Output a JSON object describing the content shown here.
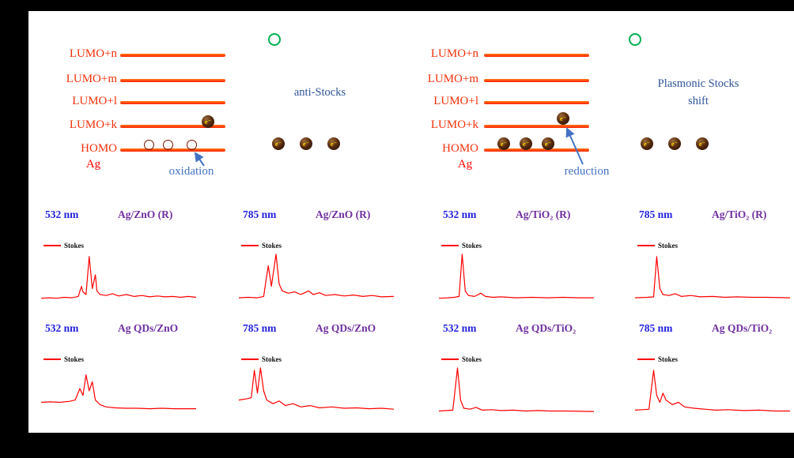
{
  "colors": {
    "background": "#000000",
    "figure_bg": "#ffffff",
    "level_line": "#ff3c00",
    "level_label": "#f2320a",
    "metal_label": "#ff0000",
    "process_label": "#4472c4",
    "annotation_blue": "#2f5597",
    "green_circle": "#00b050",
    "electron_text": "#ffd700",
    "wavelength_label": "#2222dd",
    "sample_label": "#7030a0",
    "spectrum_line": "#ff0000"
  },
  "labels": {
    "electron": "e⁻"
  },
  "diagrams": [
    {
      "levels": [
        "LUMO+n",
        "LUMO+m",
        "LUMO+l",
        "LUMO+k",
        "HOMO"
      ],
      "metal": "Ag",
      "process": "oxidation",
      "annotation": "anti-Stocks"
    },
    {
      "levels": [
        "LUMO+n",
        "LUMO+m",
        "LUMO+l",
        "LUMO+k",
        "HOMO"
      ],
      "metal": "Ag",
      "process": "reduction",
      "annotation": "Plasmonic Stocks shift"
    }
  ],
  "spectra": [
    {
      "wavelength": "532 nm",
      "sample": "Ag/ZnO (R)",
      "legend": "Stokes",
      "points": [
        [
          0,
          0.04
        ],
        [
          0.05,
          0.05
        ],
        [
          0.1,
          0.04
        ],
        [
          0.15,
          0.06
        ],
        [
          0.2,
          0.05
        ],
        [
          0.24,
          0.08
        ],
        [
          0.26,
          0.3
        ],
        [
          0.27,
          0.18
        ],
        [
          0.29,
          0.12
        ],
        [
          0.31,
          0.95
        ],
        [
          0.33,
          0.25
        ],
        [
          0.35,
          0.55
        ],
        [
          0.36,
          0.2
        ],
        [
          0.38,
          0.12
        ],
        [
          0.42,
          0.1
        ],
        [
          0.46,
          0.14
        ],
        [
          0.5,
          0.09
        ],
        [
          0.55,
          0.12
        ],
        [
          0.6,
          0.08
        ],
        [
          0.65,
          0.1
        ],
        [
          0.7,
          0.07
        ],
        [
          0.75,
          0.09
        ],
        [
          0.8,
          0.07
        ],
        [
          0.85,
          0.08
        ],
        [
          0.9,
          0.06
        ],
        [
          0.95,
          0.08
        ],
        [
          1,
          0.06
        ]
      ]
    },
    {
      "wavelength": "785 nm",
      "sample": "Ag/ZnO (R)",
      "legend": "Stokes",
      "points": [
        [
          0,
          0.05
        ],
        [
          0.06,
          0.06
        ],
        [
          0.12,
          0.05
        ],
        [
          0.16,
          0.08
        ],
        [
          0.19,
          0.75
        ],
        [
          0.21,
          0.3
        ],
        [
          0.24,
          1.0
        ],
        [
          0.26,
          0.35
        ],
        [
          0.28,
          0.2
        ],
        [
          0.32,
          0.15
        ],
        [
          0.36,
          0.18
        ],
        [
          0.4,
          0.12
        ],
        [
          0.45,
          0.2
        ],
        [
          0.48,
          0.12
        ],
        [
          0.52,
          0.16
        ],
        [
          0.56,
          0.1
        ],
        [
          0.62,
          0.12
        ],
        [
          0.68,
          0.09
        ],
        [
          0.74,
          0.11
        ],
        [
          0.8,
          0.08
        ],
        [
          0.86,
          0.1
        ],
        [
          0.92,
          0.07
        ],
        [
          1,
          0.08
        ]
      ]
    },
    {
      "wavelength": "532 nm",
      "sample": "Ag/TiO₂ (R)",
      "legend": "Stokes",
      "points": [
        [
          0,
          0.04
        ],
        [
          0.06,
          0.05
        ],
        [
          0.1,
          0.06
        ],
        [
          0.13,
          0.08
        ],
        [
          0.15,
          1.0
        ],
        [
          0.17,
          0.2
        ],
        [
          0.19,
          0.1
        ],
        [
          0.23,
          0.08
        ],
        [
          0.27,
          0.15
        ],
        [
          0.3,
          0.08
        ],
        [
          0.35,
          0.06
        ],
        [
          0.4,
          0.07
        ],
        [
          0.5,
          0.05
        ],
        [
          0.6,
          0.06
        ],
        [
          0.7,
          0.05
        ],
        [
          0.8,
          0.06
        ],
        [
          0.9,
          0.05
        ],
        [
          1,
          0.05
        ]
      ]
    },
    {
      "wavelength": "785 nm",
      "sample": "Ag/TiO₂ (R)",
      "legend": "Stokes",
      "points": [
        [
          0,
          0.05
        ],
        [
          0.08,
          0.06
        ],
        [
          0.12,
          0.07
        ],
        [
          0.14,
          0.95
        ],
        [
          0.16,
          0.25
        ],
        [
          0.18,
          0.12
        ],
        [
          0.22,
          0.1
        ],
        [
          0.26,
          0.14
        ],
        [
          0.3,
          0.08
        ],
        [
          0.36,
          0.1
        ],
        [
          0.42,
          0.07
        ],
        [
          0.5,
          0.08
        ],
        [
          0.58,
          0.06
        ],
        [
          0.66,
          0.07
        ],
        [
          0.75,
          0.06
        ],
        [
          0.85,
          0.06
        ],
        [
          1,
          0.05
        ]
      ]
    },
    {
      "wavelength": "532 nm",
      "sample": "Ag QDs/ZnO",
      "legend": "Stokes",
      "points": [
        [
          0,
          0.25
        ],
        [
          0.06,
          0.26
        ],
        [
          0.12,
          0.25
        ],
        [
          0.18,
          0.27
        ],
        [
          0.22,
          0.3
        ],
        [
          0.25,
          0.55
        ],
        [
          0.27,
          0.4
        ],
        [
          0.29,
          0.85
        ],
        [
          0.31,
          0.5
        ],
        [
          0.33,
          0.7
        ],
        [
          0.35,
          0.3
        ],
        [
          0.38,
          0.2
        ],
        [
          0.42,
          0.15
        ],
        [
          0.48,
          0.13
        ],
        [
          0.55,
          0.12
        ],
        [
          0.62,
          0.12
        ],
        [
          0.7,
          0.11
        ],
        [
          0.78,
          0.12
        ],
        [
          0.86,
          0.11
        ],
        [
          1,
          0.11
        ]
      ]
    },
    {
      "wavelength": "785 nm",
      "sample": "Ag QDs/ZnO",
      "legend": "Stokes",
      "points": [
        [
          0,
          0.3
        ],
        [
          0.04,
          0.32
        ],
        [
          0.08,
          0.35
        ],
        [
          0.1,
          0.95
        ],
        [
          0.12,
          0.45
        ],
        [
          0.14,
          1.0
        ],
        [
          0.16,
          0.5
        ],
        [
          0.18,
          0.3
        ],
        [
          0.22,
          0.22
        ],
        [
          0.26,
          0.28
        ],
        [
          0.3,
          0.18
        ],
        [
          0.35,
          0.22
        ],
        [
          0.4,
          0.15
        ],
        [
          0.46,
          0.18
        ],
        [
          0.52,
          0.13
        ],
        [
          0.6,
          0.15
        ],
        [
          0.68,
          0.12
        ],
        [
          0.76,
          0.13
        ],
        [
          0.84,
          0.11
        ],
        [
          0.92,
          0.12
        ],
        [
          1,
          0.1
        ]
      ]
    },
    {
      "wavelength": "532 nm",
      "sample": "Ag QDs/TiO₂",
      "legend": "Stokes",
      "points": [
        [
          0,
          0.06
        ],
        [
          0.05,
          0.07
        ],
        [
          0.09,
          0.08
        ],
        [
          0.12,
          1.0
        ],
        [
          0.14,
          0.3
        ],
        [
          0.16,
          0.12
        ],
        [
          0.2,
          0.1
        ],
        [
          0.24,
          0.14
        ],
        [
          0.28,
          0.08
        ],
        [
          0.34,
          0.09
        ],
        [
          0.4,
          0.07
        ],
        [
          0.48,
          0.08
        ],
        [
          0.56,
          0.06
        ],
        [
          0.64,
          0.07
        ],
        [
          0.72,
          0.06
        ],
        [
          0.82,
          0.06
        ],
        [
          1,
          0.05
        ]
      ]
    },
    {
      "wavelength": "785 nm",
      "sample": "Ag QDs/TiO₂",
      "legend": "Stokes",
      "points": [
        [
          0,
          0.08
        ],
        [
          0.05,
          0.09
        ],
        [
          0.09,
          0.1
        ],
        [
          0.12,
          0.95
        ],
        [
          0.14,
          0.4
        ],
        [
          0.16,
          0.25
        ],
        [
          0.18,
          0.45
        ],
        [
          0.2,
          0.3
        ],
        [
          0.24,
          0.2
        ],
        [
          0.28,
          0.25
        ],
        [
          0.32,
          0.15
        ],
        [
          0.38,
          0.12
        ],
        [
          0.45,
          0.1
        ],
        [
          0.52,
          0.08
        ],
        [
          0.6,
          0.09
        ],
        [
          0.7,
          0.07
        ],
        [
          0.8,
          0.08
        ],
        [
          0.9,
          0.06
        ],
        [
          1,
          0.06
        ]
      ]
    }
  ]
}
